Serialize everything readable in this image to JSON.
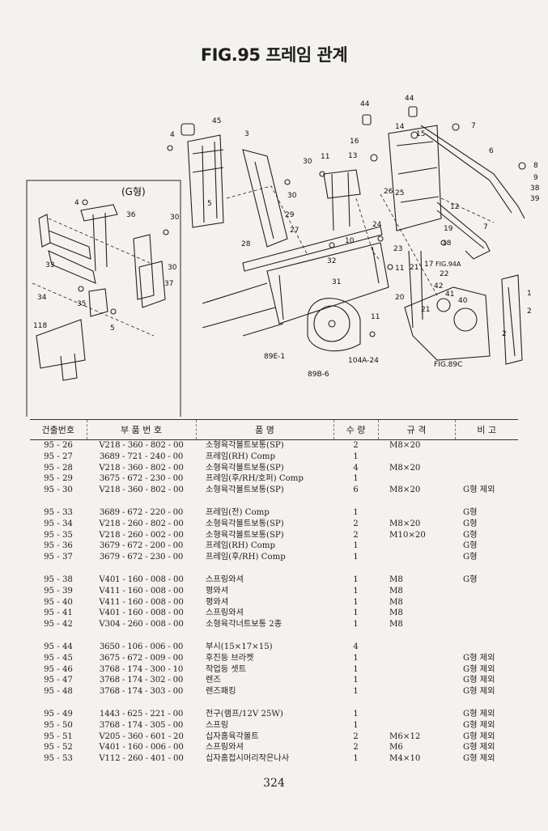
{
  "page": {
    "title": "FIG.95 프레임 관계",
    "page_number": "324"
  },
  "figure": {
    "inset_label": "(G형)",
    "labels": {
      "c45": "45",
      "c3": "3",
      "c4": "4",
      "c5": "5",
      "c6": "6",
      "c7": "7",
      "c8": "8",
      "c9": "9",
      "c38": "38",
      "c39": "39",
      "c44": "44",
      "c44b": "44",
      "c14": "14",
      "c15": "15",
      "c16": "16",
      "c13": "13",
      "c11": "11",
      "c30": "30",
      "c30b": "30",
      "c26": "26",
      "c25": "25",
      "c12": "12",
      "c29": "29",
      "c27": "27",
      "c24": "24",
      "c23": "23",
      "c19": "19",
      "c18": "18",
      "c17": "17",
      "c21": "21",
      "c22": "22",
      "c7b": "7",
      "c28": "28",
      "c32": "32",
      "c10": "10",
      "c11b": "11",
      "c31": "31",
      "c20": "20",
      "c42": "42",
      "c41": "41",
      "c40": "40",
      "c21b": "21",
      "c11c": "11",
      "c1": "1",
      "c2": "2",
      "c2b": "2",
      "c36": "36",
      "c30i": "30",
      "c30j": "30",
      "c33": "33",
      "c34": "34",
      "c35": "35",
      "c37": "37",
      "c5i": "5",
      "c118": "118",
      "c4i": "4",
      "fig94a": "FIG.94A",
      "fig89e": "89E-1",
      "fig89b": "89B-6",
      "fig104a": "104A-24",
      "fig89c": "FIG.89C"
    }
  },
  "table": {
    "headers": [
      "건출번호",
      "부 품 번 호",
      "품          명",
      "수 량",
      "규    격",
      "비   고"
    ],
    "groups": [
      [
        [
          "95 - 26",
          "V218 - 360 - 802 - 00",
          "소형육각볼트보통(SP)",
          "2",
          "M8×20",
          ""
        ],
        [
          "95 - 27",
          "3689 - 721 - 240 - 00",
          "프레임(RH) Comp",
          "1",
          "",
          ""
        ],
        [
          "95 - 28",
          "V218 - 360 - 802 - 00",
          "소형육각볼트보통(SP)",
          "4",
          "M8×20",
          ""
        ],
        [
          "95 - 29",
          "3675 - 672 - 230 - 00",
          "프레임(후/RH/호퍼) Comp",
          "1",
          "",
          ""
        ],
        [
          "95 - 30",
          "V218 - 360 - 802 - 00",
          "소형육각볼트보통(SP)",
          "6",
          "M8×20",
          "G형 제외"
        ]
      ],
      [
        [
          "95 - 33",
          "3689 - 672 - 220 - 00",
          "프레임(전) Comp",
          "1",
          "",
          "G형"
        ],
        [
          "95 - 34",
          "V218 - 260 - 802 - 00",
          "소형육각볼트보통(SP)",
          "2",
          "M8×20",
          "G형"
        ],
        [
          "95 - 35",
          "V218 - 260 - 002 - 00",
          "소형육각볼트보통(SP)",
          "2",
          "M10×20",
          "G형"
        ],
        [
          "95 - 36",
          "3679 - 672 - 200 - 00",
          "프레임(RH) Comp",
          "1",
          "",
          "G형"
        ],
        [
          "95 - 37",
          "3679 - 672 - 230 - 00",
          "프레임(후/RH) Comp",
          "1",
          "",
          "G형"
        ]
      ],
      [
        [
          "95 - 38",
          "V401 - 160 - 008 - 00",
          "스프링와셔",
          "1",
          "M8",
          "G형"
        ],
        [
          "95 - 39",
          "V411 - 160 - 008 - 00",
          "평와셔",
          "1",
          "M8",
          ""
        ],
        [
          "95 - 40",
          "V411 - 160 - 008 - 00",
          "평와셔",
          "1",
          "M8",
          ""
        ],
        [
          "95 - 41",
          "V401 - 160 - 008 - 00",
          "스프링와셔",
          "1",
          "M8",
          ""
        ],
        [
          "95 - 42",
          "V304 - 260 - 008 - 00",
          "소형육각너트보통 2종",
          "1",
          "M8",
          ""
        ]
      ],
      [
        [
          "95 - 44",
          "3650 - 106 - 006 - 00",
          "부시(15×17×15)",
          "4",
          "",
          ""
        ],
        [
          "95 - 45",
          "3675 - 672 - 009 - 00",
          "후진등 브라켓",
          "1",
          "",
          "G형 제외"
        ],
        [
          "95 - 46",
          "3768 - 174 - 300 - 10",
          "작업등 셋트",
          "1",
          "",
          "G형 제외"
        ],
        [
          "95 - 47",
          "3768 - 174 - 302 - 00",
          "렌즈",
          "1",
          "",
          "G형 제외"
        ],
        [
          "95 - 48",
          "3768 - 174 - 303 - 00",
          "렌즈패킹",
          "1",
          "",
          "G형 제외"
        ]
      ],
      [
        [
          "95 - 49",
          "1443 - 625 - 221 - 00",
          "전구(램프/12V 25W)",
          "1",
          "",
          "G형 제외"
        ],
        [
          "95 - 50",
          "3768 - 174 - 305 - 00",
          "스프링",
          "1",
          "",
          "G형 제외"
        ],
        [
          "95 - 51",
          "V205 - 360 - 601 - 20",
          "십자홈육각볼트",
          "2",
          "M6×12",
          "G형 제외"
        ],
        [
          "95 - 52",
          "V401 - 160 - 006 - 00",
          "스프링와셔",
          "2",
          "M6",
          "G형 제외"
        ],
        [
          "95 - 53",
          "V112 - 260 - 401 - 00",
          "십자홈접시머리작은나사",
          "1",
          "M4×10",
          "G형 제외"
        ]
      ]
    ]
  },
  "colors": {
    "ink": "#1e1e1e",
    "paper": "#f4f2ee"
  }
}
